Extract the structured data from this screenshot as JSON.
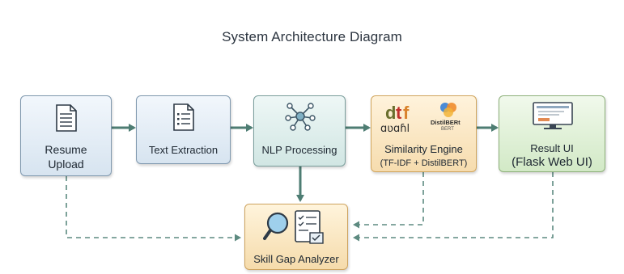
{
  "diagram": {
    "title": "System Architecture Diagram",
    "nodes": [
      {
        "id": "resume-upload",
        "label_line1": "Resume",
        "label_line2": "Upload",
        "icon": "document-icon"
      },
      {
        "id": "text-extraction",
        "label": "Text Extraction",
        "icon": "list-document-icon"
      },
      {
        "id": "nlp-processing",
        "label": "NLP Processing",
        "icon": "network-hub-icon"
      },
      {
        "id": "similarity-engine",
        "label": "Similarity Engine",
        "sublabel": "(TF-IDF + DistilBERT)",
        "icon": "tfidf-distilbert-logos",
        "logo_text": "Distil­BERT BERT"
      },
      {
        "id": "result-ui",
        "label": "Result UI",
        "sublabel": "(Flask Web UI)",
        "icon": "monitor-icon"
      },
      {
        "id": "skill-gap-analyzer",
        "label": "Skill Gap Analyzer",
        "icon": "magnifier-checklist-icon"
      }
    ],
    "edges": [
      {
        "from": "resume-upload",
        "to": "text-extraction",
        "style": "solid"
      },
      {
        "from": "text-extraction",
        "to": "nlp-processing",
        "style": "solid"
      },
      {
        "from": "nlp-processing",
        "to": "similarity-engine",
        "style": "solid"
      },
      {
        "from": "similarity-engine",
        "to": "result-ui",
        "style": "solid"
      },
      {
        "from": "nlp-processing",
        "to": "skill-gap-analyzer",
        "style": "solid"
      },
      {
        "from": "resume-upload",
        "to": "skill-gap-analyzer",
        "style": "dashed"
      },
      {
        "from": "similarity-engine",
        "to": "skill-gap-analyzer",
        "style": "dashed"
      },
      {
        "from": "result-ui",
        "to": "skill-gap-analyzer",
        "style": "dashed"
      }
    ],
    "colors": {
      "arrow": "#4e7d73",
      "dashed": "#5d8a80"
    }
  }
}
